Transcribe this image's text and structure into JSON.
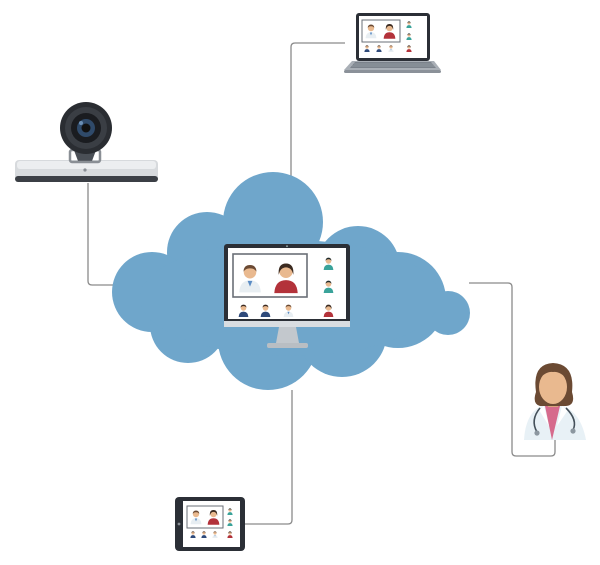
{
  "diagram": {
    "type": "telehealth-video-conferencing-network",
    "nodes": [
      {
        "id": "cloud",
        "icon": "cloud-icon",
        "content": "video-conference-monitor"
      },
      {
        "id": "laptop",
        "icon": "laptop-icon"
      },
      {
        "id": "camera",
        "icon": "conference-camera-icon"
      },
      {
        "id": "doctor",
        "icon": "female-doctor-icon"
      },
      {
        "id": "tablet",
        "icon": "tablet-icon"
      }
    ],
    "connections": [
      {
        "from": "cloud",
        "to": "laptop"
      },
      {
        "from": "cloud",
        "to": "camera"
      },
      {
        "from": "cloud",
        "to": "doctor"
      },
      {
        "from": "cloud",
        "to": "tablet"
      }
    ]
  },
  "colors": {
    "cloud": "#6fa6cb",
    "connector": "#8a8a8a",
    "device_frame": "#2b2f36",
    "screen": "#ffffff",
    "doctor_coat": "#e8f1f6",
    "doctor_scrubs": "#d66a8c",
    "hair": "#6b4a33",
    "skin": "#e9b98f"
  }
}
